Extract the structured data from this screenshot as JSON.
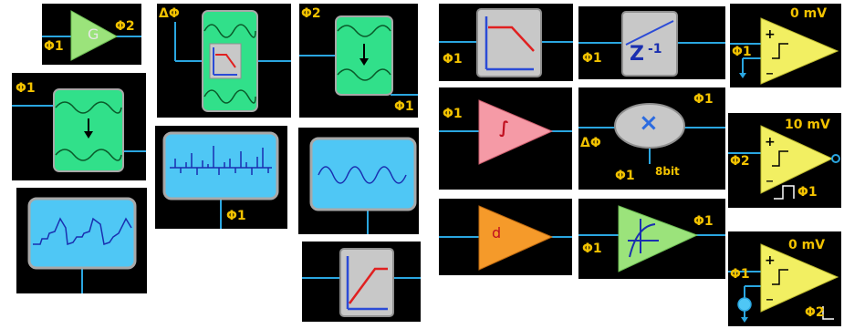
{
  "colors": {
    "background": "#000000",
    "wire": "#2aa6e0",
    "label": "#f2c200",
    "amp_green": "#9be37b",
    "filter_green": "#31e08a",
    "scope_blue": "#4fc7f5",
    "gray_box": "#c8c8c8",
    "integrator_pink": "#f59aa6",
    "diff_orange": "#f59a2a",
    "comparator_yellow": "#f2ef62"
  },
  "tiles": {
    "gain_amp": {
      "input": "Φ1",
      "output": "Φ2",
      "symbol": "G"
    },
    "phase_filter_shift": {
      "control": "ΔΦ"
    },
    "filter_down_right": {
      "top": "Φ2",
      "bottom": "Φ1"
    },
    "filter_down_left": {
      "input": "Φ1"
    },
    "scope_spikes": {
      "output": "Φ1"
    },
    "lowpass_block": {
      "input": "Φ1"
    },
    "integrator": {
      "input": "Φ1",
      "symbol": "∫"
    },
    "differentiator": {
      "symbol": "d"
    },
    "delay_block": {
      "input": "Φ1",
      "symbol": "Z",
      "exponent": "-1"
    },
    "multiplier": {
      "output": "Φ1",
      "input": "ΔΦ",
      "bottom": "Φ1",
      "bits": "8bit",
      "symbol": "×"
    },
    "saturating_amp": {
      "input": "Φ1",
      "output": "Φ1"
    },
    "comparator_1": {
      "input": "Φ1",
      "threshold": "0 mV"
    },
    "comparator_2": {
      "input": "Φ2",
      "threshold": "10 mV",
      "pulse": "Φ1"
    },
    "comparator_3": {
      "input": "Φ1",
      "threshold": "0 mV",
      "pulse": "Φ2"
    }
  }
}
